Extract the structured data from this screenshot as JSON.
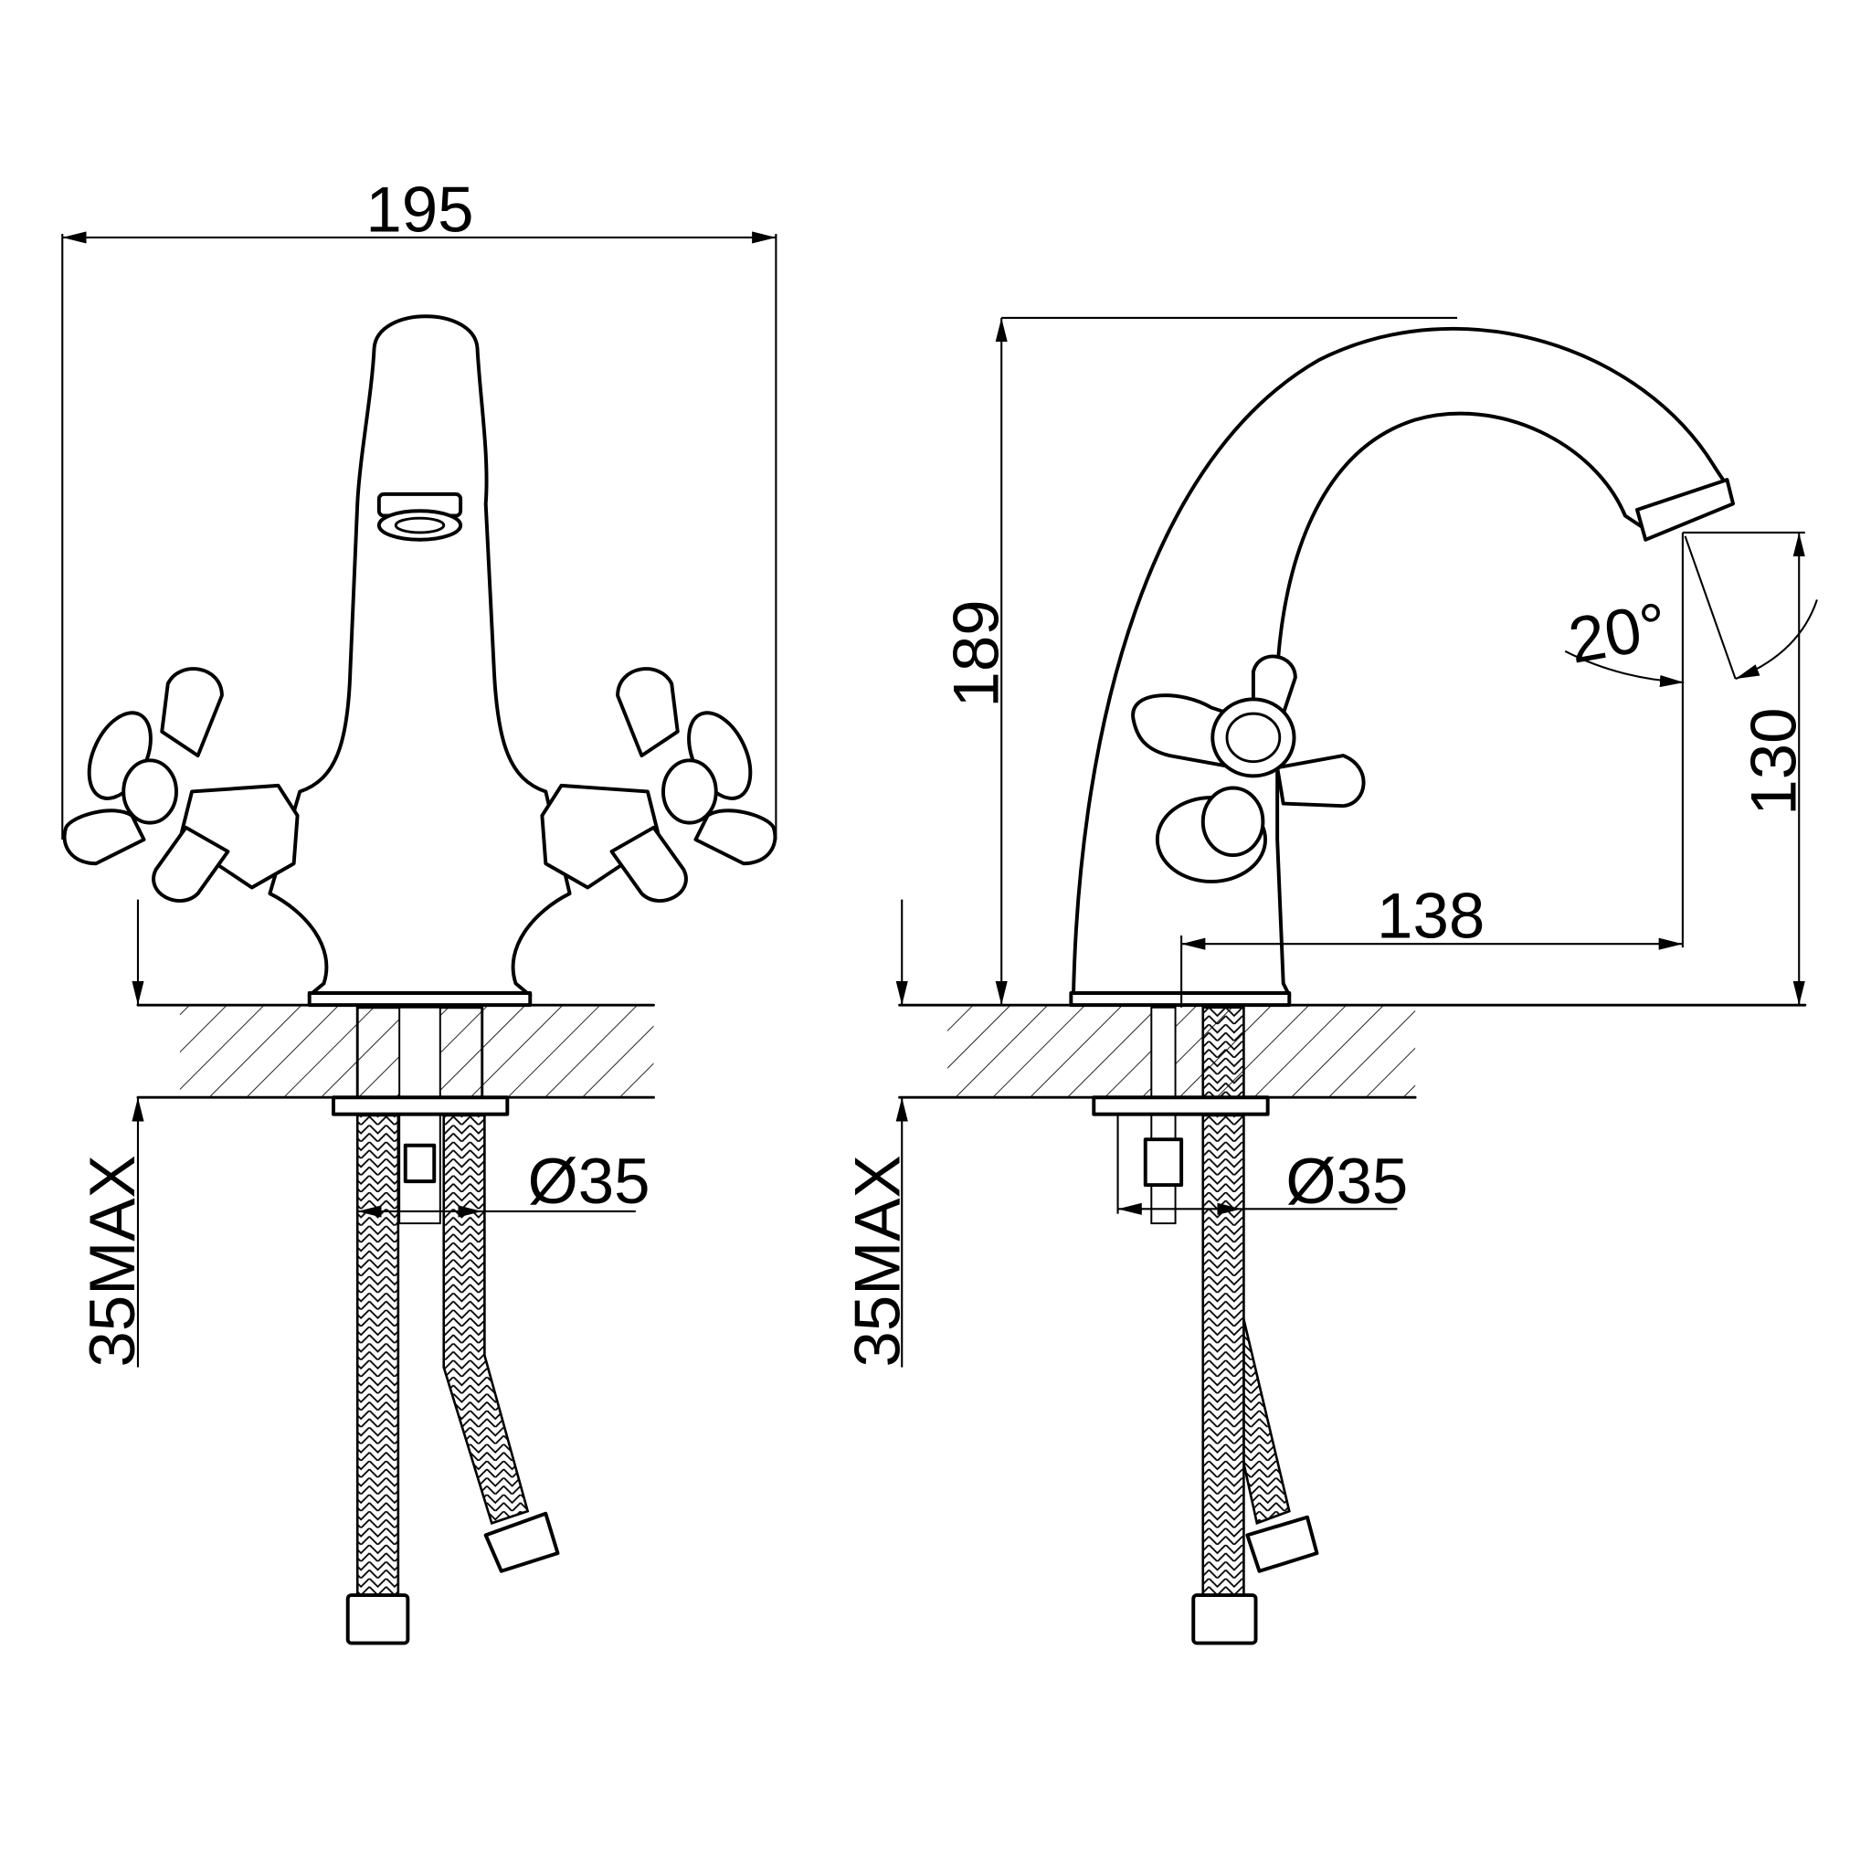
{
  "drawing": {
    "front_view": {
      "width_dim": "195",
      "hole_diameter": "Ø35",
      "deck_thickness": "35MAX"
    },
    "side_view": {
      "height_dim": "189",
      "spout_height_dim": "130",
      "spout_reach_dim": "138",
      "spout_angle": "20°",
      "hole_diameter": "Ø35",
      "deck_thickness": "35MAX"
    }
  },
  "colors": {
    "line": "#000000",
    "background": "#ffffff"
  }
}
